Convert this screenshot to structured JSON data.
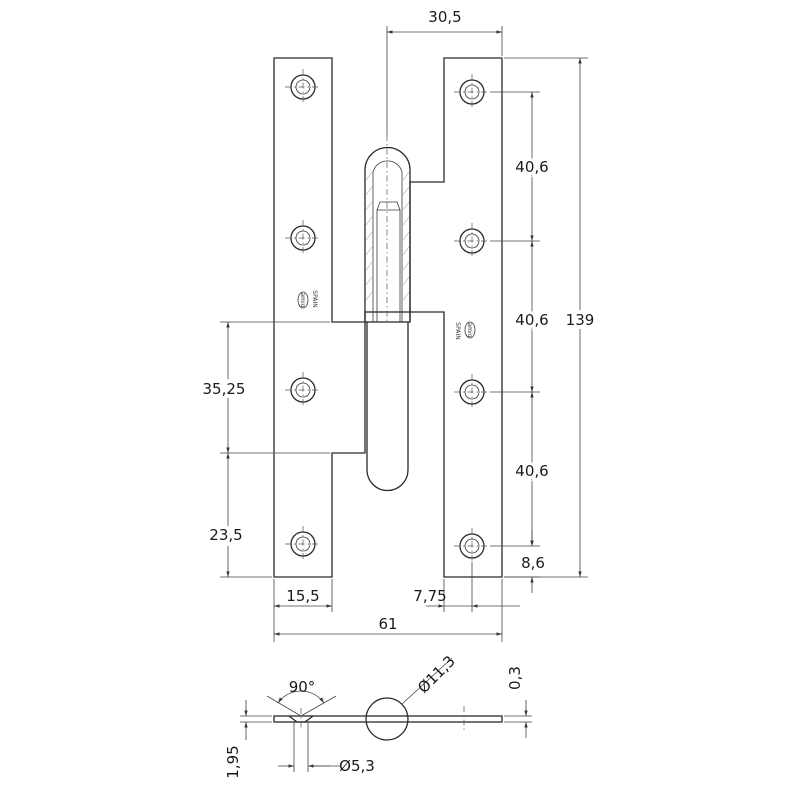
{
  "dimensions": {
    "pin_to_edge_width": "30,5",
    "hole_pitch_1": "40,6",
    "hole_pitch_2": "40,6",
    "hole_pitch_3": "40,6",
    "total_height": "139",
    "left_leaf_upper": "35,25",
    "left_leaf_lower": "23,5",
    "bottom_hole_offset": "8,6",
    "left_leaf_width": "15,5",
    "hole_edge_offset": "7,75",
    "total_width": "61",
    "countersink_angle": "90°",
    "knuckle_diameter": "Ø11,3",
    "plate_offset": "0,3",
    "plate_thickness": "1,95",
    "hole_diameter": "Ø5,3"
  },
  "logo": {
    "brand": "amig",
    "origin": "SPAIN"
  }
}
